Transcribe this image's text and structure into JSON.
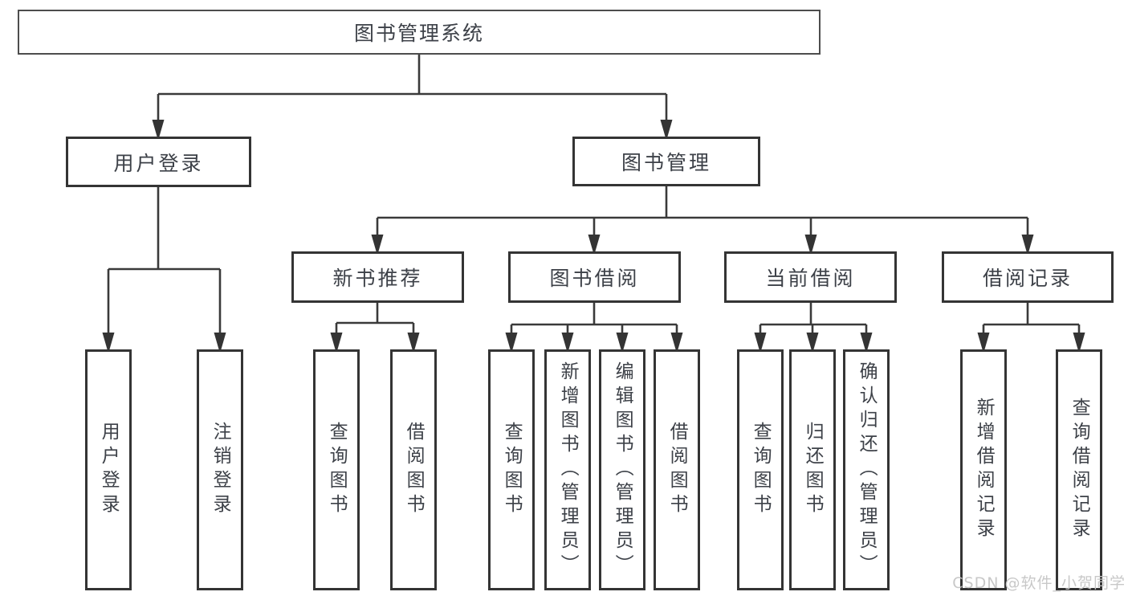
{
  "diagram_type": "hierarchy-tree",
  "colors": {
    "line": "#3a3a3a",
    "box_border": "#343434",
    "text": "#3d4148",
    "background": "#ffffff",
    "watermark": "#c6c6c6"
  },
  "tree": {
    "label": "图书管理系统",
    "children": [
      {
        "label": "用户登录",
        "children": [
          {
            "label": "用户登录"
          },
          {
            "label": "注销登录"
          }
        ]
      },
      {
        "label": "图书管理",
        "children": [
          {
            "label": "新书推荐",
            "children": [
              {
                "label": "查询图书"
              },
              {
                "label": "借阅图书"
              }
            ]
          },
          {
            "label": "图书借阅",
            "children": [
              {
                "label": "查询图书"
              },
              {
                "label": "新增图书（管理员）"
              },
              {
                "label": "编辑图书（管理员）"
              },
              {
                "label": "借阅图书"
              }
            ]
          },
          {
            "label": "当前借阅",
            "children": [
              {
                "label": "查询图书"
              },
              {
                "label": "归还图书"
              },
              {
                "label": "确认归还（管理员）"
              }
            ]
          },
          {
            "label": "借阅记录",
            "children": [
              {
                "label": "新增借阅记录"
              },
              {
                "label": "查询借阅记录"
              }
            ]
          }
        ]
      }
    ]
  },
  "watermark": "CSDN @软件_小贺同学"
}
